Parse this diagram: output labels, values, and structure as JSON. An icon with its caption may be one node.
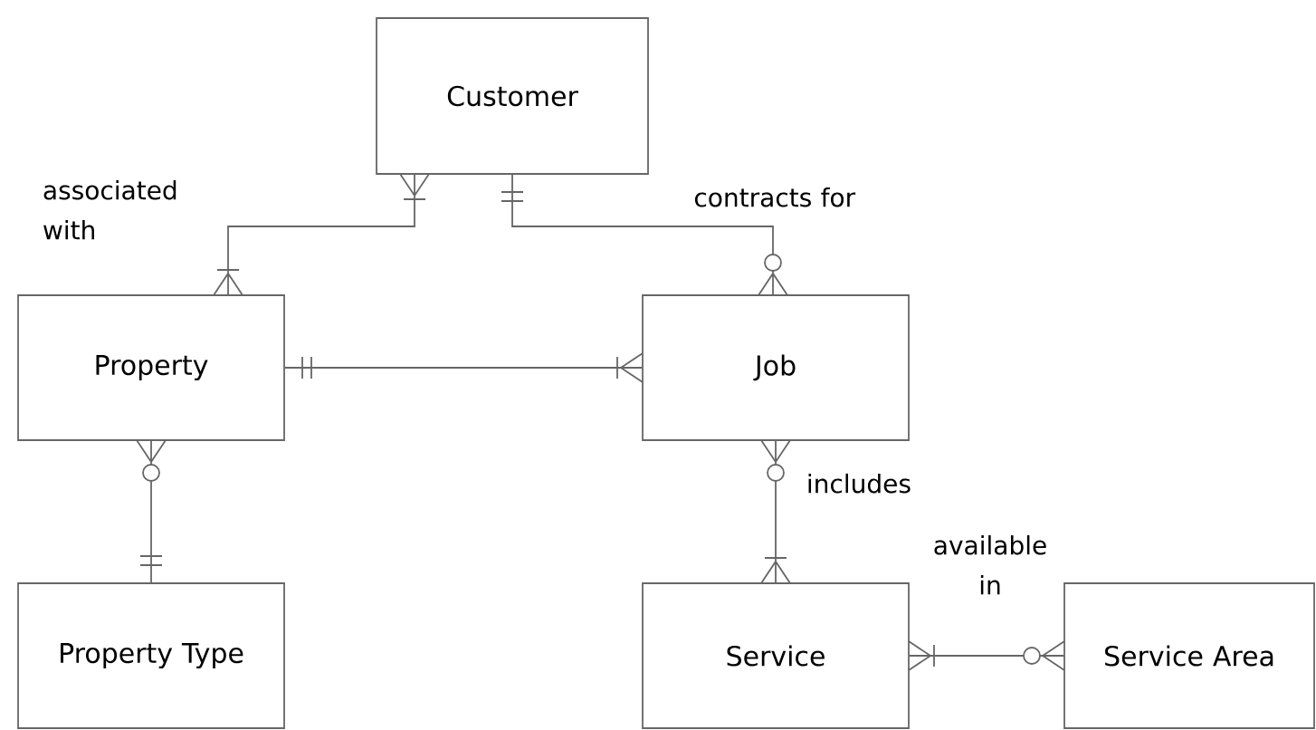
{
  "diagram": {
    "nodes": [
      {
        "text": [
          "Customer"
        ]
      },
      {
        "text": [
          "Property"
        ]
      },
      {
        "text": [
          "Job"
        ]
      },
      {
        "text": [
          "Property Type"
        ]
      },
      {
        "text": [
          "Service"
        ]
      },
      {
        "text": [
          "Service Area"
        ]
      }
    ],
    "edges": [
      {
        "from": 0,
        "to": 1,
        "arrow": "other",
        "label": "associated with"
      },
      {
        "from": 0,
        "to": 2,
        "arrow": "other",
        "label": "contracts for"
      },
      {
        "from": 1,
        "to": 2,
        "arrow": "other"
      },
      {
        "from": 1,
        "to": 3,
        "arrow": "other"
      },
      {
        "from": 2,
        "to": 4,
        "arrow": "other",
        "label": "includes"
      },
      {
        "from": 4,
        "to": 5,
        "arrow": "other",
        "label": "available in"
      }
    ]
  }
}
